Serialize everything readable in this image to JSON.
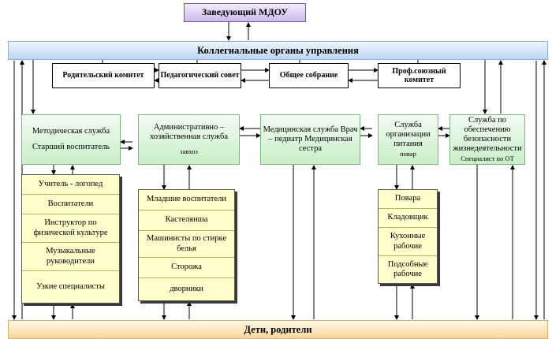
{
  "head": "Заведующий МДОУ",
  "top_bar": "Коллегиальные органы управления",
  "bottom_bar": "Дети, родители",
  "collegial": [
    {
      "label": "Родительский комитет"
    },
    {
      "label": "Педагогический совет"
    },
    {
      "label": "Общее собрание"
    },
    {
      "label": "Проф.союзный комитет"
    }
  ],
  "services": [
    {
      "title": "Методическая служба",
      "sub": "Старший воспитатель",
      "small": ""
    },
    {
      "title": "Административно – хозяйственная служба",
      "sub": "",
      "small": "завхоз"
    },
    {
      "title": "Медицинская служба Врач – педиатр Медицинская сестра",
      "sub": "",
      "small": ""
    },
    {
      "title": "Служба организации питания",
      "sub": "",
      "small": "повар"
    },
    {
      "title": "Служба по обеспечению безопасности жизнедеятельности",
      "sub": "",
      "small": "Специалист по ОТ"
    }
  ],
  "staff": {
    "methodical": [
      "Учитель - логопед",
      "Воспитатели",
      "Инструктор по физической культуре",
      "Музыкальные руководители",
      "Узкие специалисты"
    ],
    "admin": [
      "Младшие воспитатели",
      "Кастелянша",
      "Машинисты по стирке белья",
      "Сторожа",
      "дворники"
    ],
    "food": [
      "Повара",
      "Кладовщик",
      "Кухонные рабочие",
      "Подсобные рабочие"
    ]
  }
}
